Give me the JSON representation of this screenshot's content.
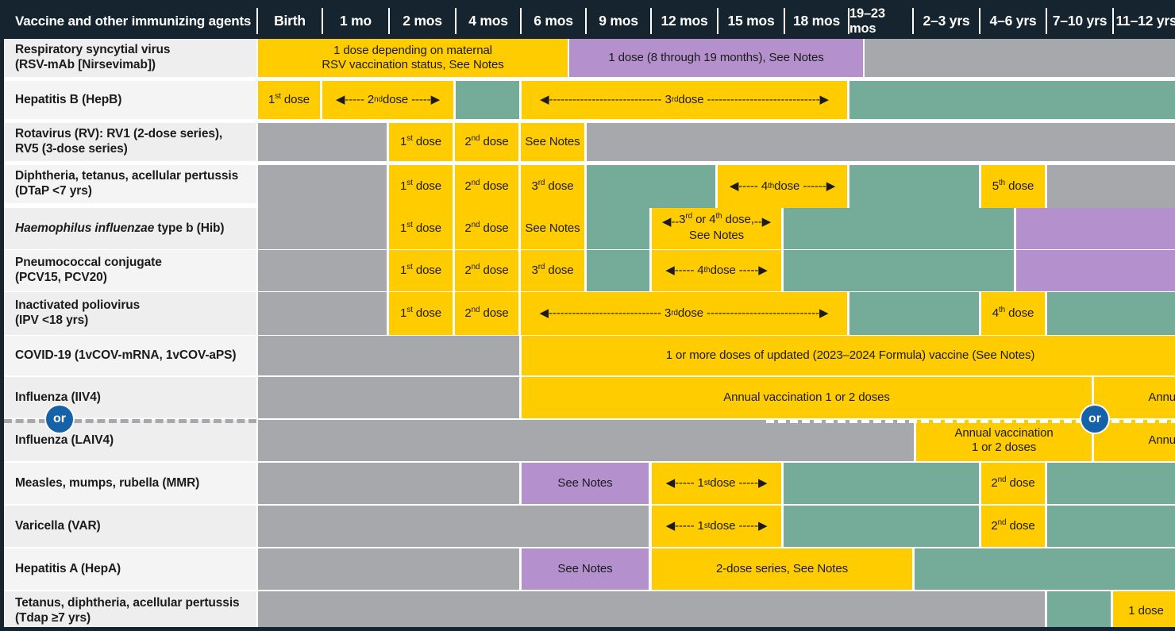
{
  "table": {
    "header": {
      "row_label": "Vaccine and other immunizing agents",
      "columns": [
        "Birth",
        "1 mo",
        "2 mos",
        "4 mos",
        "6 mos",
        "9 mos",
        "12 mos",
        "15 mos",
        "18 mos",
        "19–23 mos",
        "2–3 yrs",
        "4–6 yrs",
        "7–10 yrs",
        "11–12 yrs"
      ]
    },
    "or_badge_label": "or",
    "rows": [
      {
        "name": "rsv",
        "label_line1": "Respiratory syncytial virus",
        "label_line2": "(RSV-mAb [Nirsevimab])",
        "cells": [
          {
            "kind": "yellow",
            "text_line1": "1 dose depending on maternal",
            "text_line2": "RSV vaccination status, See Notes"
          },
          {
            "kind": "purple",
            "text": "1 dose (8 through 19 months), See Notes"
          },
          {
            "kind": "gray",
            "text": ""
          }
        ]
      },
      {
        "name": "hepb",
        "label_line1": "Hepatitis B (HepB)",
        "label_line2": "",
        "cells": [
          {
            "kind": "yellow",
            "text": "1st dose"
          },
          {
            "kind": "yellow",
            "text": "2nd dose",
            "arrow": "both"
          },
          {
            "kind": "green",
            "text": ""
          },
          {
            "kind": "yellow",
            "text": "3rd dose",
            "arrow": "both"
          },
          {
            "kind": "green",
            "text": ""
          }
        ]
      },
      {
        "name": "rotavirus",
        "label_line1": "Rotavirus (RV): RV1 (2-dose series),",
        "label_line2": "RV5 (3-dose series)",
        "cells": [
          {
            "kind": "gray",
            "text": ""
          },
          {
            "kind": "yellow",
            "text": "1st dose"
          },
          {
            "kind": "yellow",
            "text": "2nd dose"
          },
          {
            "kind": "yellow",
            "text": "See Notes"
          },
          {
            "kind": "gray",
            "text": ""
          }
        ]
      },
      {
        "name": "dtap",
        "label_line1": "Diphtheria, tetanus, acellular pertussis",
        "label_line2": "(DTaP <7 yrs)",
        "cells": [
          {
            "kind": "gray",
            "text": ""
          },
          {
            "kind": "yellow",
            "text": "1st dose"
          },
          {
            "kind": "yellow",
            "text": "2nd dose"
          },
          {
            "kind": "yellow",
            "text": "3rd dose"
          },
          {
            "kind": "green",
            "text": ""
          },
          {
            "kind": "yellow",
            "text": "4th dose",
            "arrow": "both"
          },
          {
            "kind": "green",
            "text": ""
          },
          {
            "kind": "yellow",
            "text": "5th dose"
          },
          {
            "kind": "gray",
            "text": ""
          }
        ]
      },
      {
        "name": "hib",
        "label_line1": "Haemophilus influenzae type b (Hib)",
        "label_line2": "",
        "label_italic_prefix": "Haemophilus influenzae",
        "label_rest": " type b (Hib)",
        "cells": [
          {
            "kind": "gray",
            "text": ""
          },
          {
            "kind": "yellow",
            "text": "1st dose"
          },
          {
            "kind": "yellow",
            "text": "2nd dose"
          },
          {
            "kind": "yellow",
            "text": "See Notes"
          },
          {
            "kind": "green",
            "text": ""
          },
          {
            "kind": "yellow",
            "text_line1": "3rd or 4th dose,",
            "text_line2": "See Notes",
            "arrow": "both-split"
          },
          {
            "kind": "green",
            "text": ""
          },
          {
            "kind": "purple",
            "text": ""
          }
        ]
      },
      {
        "name": "pcv",
        "label_line1": "Pneumococcal conjugate",
        "label_line2": "(PCV15, PCV20)",
        "cells": [
          {
            "kind": "gray",
            "text": ""
          },
          {
            "kind": "yellow",
            "text": "1st dose"
          },
          {
            "kind": "yellow",
            "text": "2nd dose"
          },
          {
            "kind": "yellow",
            "text": "3rd dose"
          },
          {
            "kind": "green",
            "text": ""
          },
          {
            "kind": "yellow",
            "text": "4th dose",
            "arrow": "both"
          },
          {
            "kind": "green",
            "text": ""
          },
          {
            "kind": "purple",
            "text": ""
          }
        ]
      },
      {
        "name": "ipv",
        "label_line1": "Inactivated poliovirus",
        "label_line2": "(IPV <18 yrs)",
        "cells": [
          {
            "kind": "gray",
            "text": ""
          },
          {
            "kind": "yellow",
            "text": "1st dose"
          },
          {
            "kind": "yellow",
            "text": "2nd dose"
          },
          {
            "kind": "yellow",
            "text": "3rd dose",
            "arrow": "both"
          },
          {
            "kind": "green",
            "text": ""
          },
          {
            "kind": "yellow",
            "text": "4th dose"
          },
          {
            "kind": "green",
            "text": ""
          }
        ]
      },
      {
        "name": "covid19",
        "label_line1": "COVID-19 (1vCOV-mRNA, 1vCOV-aPS)",
        "label_line2": "",
        "cells": [
          {
            "kind": "gray",
            "text": ""
          },
          {
            "kind": "yellow",
            "text": "1 or more doses of updated (2023–2024 Formula) vaccine (See Notes)"
          }
        ]
      },
      {
        "name": "influenza-iiv4",
        "label_line1": "Influenza (IIV4)",
        "label_line2": "",
        "cells": [
          {
            "kind": "gray",
            "text": ""
          },
          {
            "kind": "yellow",
            "text": "Annual vaccination 1 or 2 doses"
          },
          {
            "kind": "yellow",
            "text": "Annu"
          }
        ]
      },
      {
        "name": "influenza-laiv4",
        "label_line1": "Influenza (LAIV4)",
        "label_line2": "",
        "cells": [
          {
            "kind": "gray",
            "text": ""
          },
          {
            "kind": "yellow",
            "text_line1": "Annual vaccination",
            "text_line2": "1 or 2 doses"
          },
          {
            "kind": "yellow",
            "text": "Annu"
          }
        ]
      },
      {
        "name": "mmr",
        "label_line1": "Measles, mumps, rubella (MMR)",
        "label_line2": "",
        "cells": [
          {
            "kind": "gray",
            "text": ""
          },
          {
            "kind": "purple",
            "text": "See Notes"
          },
          {
            "kind": "yellow",
            "text": "1st dose",
            "arrow": "both"
          },
          {
            "kind": "green",
            "text": ""
          },
          {
            "kind": "yellow",
            "text": "2nd dose"
          },
          {
            "kind": "green",
            "text": ""
          }
        ]
      },
      {
        "name": "varicella",
        "label_line1": "Varicella (VAR)",
        "label_line2": "",
        "cells": [
          {
            "kind": "gray",
            "text": ""
          },
          {
            "kind": "yellow",
            "text": "1st dose",
            "arrow": "both"
          },
          {
            "kind": "green",
            "text": ""
          },
          {
            "kind": "yellow",
            "text": "2nd dose"
          },
          {
            "kind": "green",
            "text": ""
          }
        ]
      },
      {
        "name": "hepa",
        "label_line1": "Hepatitis A (HepA)",
        "label_line2": "",
        "cells": [
          {
            "kind": "gray",
            "text": ""
          },
          {
            "kind": "purple",
            "text": "See Notes"
          },
          {
            "kind": "yellow",
            "text": "2-dose series, See Notes"
          },
          {
            "kind": "green",
            "text": ""
          }
        ]
      },
      {
        "name": "tdap",
        "label_line1": "Tetanus, diphtheria, acellular pertussis",
        "label_line2": "(Tdap ≥7 yrs)",
        "cells": [
          {
            "kind": "gray",
            "text": ""
          },
          {
            "kind": "green",
            "text": ""
          },
          {
            "kind": "yellow",
            "text": "1 dose"
          }
        ]
      }
    ]
  },
  "colors": {
    "header_bg": "#15242e",
    "yellow": "#ffcc00",
    "green": "#74ac99",
    "purple": "#b490cd",
    "gray": "#a6a8ab",
    "or_badge": "#1562a8",
    "label_bg": "#eeeeee"
  }
}
